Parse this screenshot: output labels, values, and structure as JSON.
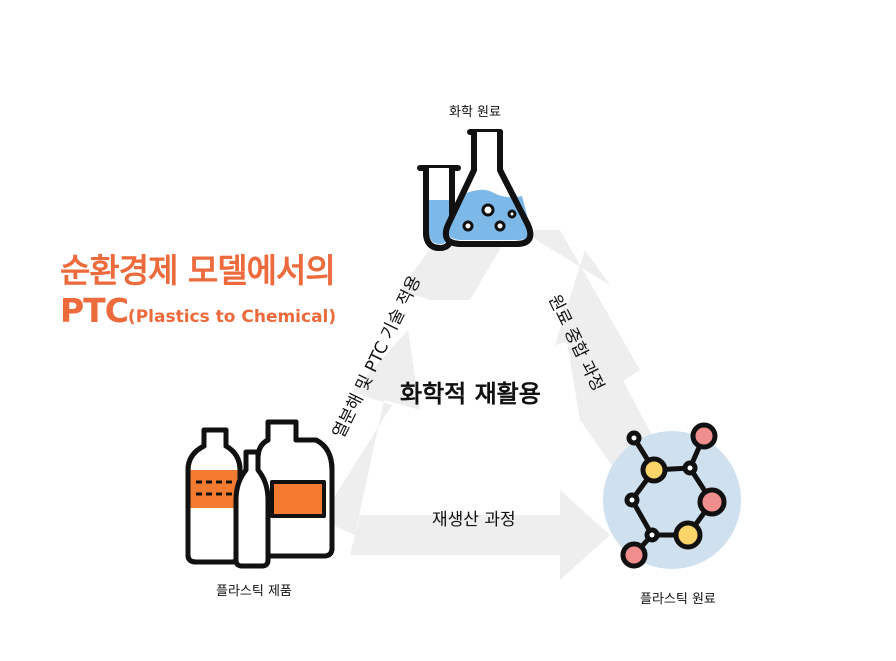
{
  "title": {
    "line1": "순환경제 모델에서의",
    "line2_big": "PTC",
    "line2_small": "(Plastics to Chemical)"
  },
  "center": {
    "label": "화학적 재활용"
  },
  "nodes": {
    "chemical": {
      "label": "화학 원료",
      "icon": "flask-icon"
    },
    "plastic_material": {
      "label": "플라스틱 원료",
      "icon": "molecule-icon"
    },
    "plastic_product": {
      "label": "플라스틱 제품",
      "icon": "bottles-icon"
    }
  },
  "edges": {
    "left": "열분해 및 PTC 기술 적용",
    "right": "원료 중합 과정",
    "bottom": "재생산 과정"
  },
  "colors": {
    "accent": "#ec6a3b",
    "arrow_gray": "#eeeeee",
    "flask_blue": "#7cb8e8",
    "molecule_bg": "#cfe0ef",
    "atom_pink": "#f08e8e",
    "atom_yellow": "#fbd56a",
    "bottle_orange": "#f37a2e"
  }
}
